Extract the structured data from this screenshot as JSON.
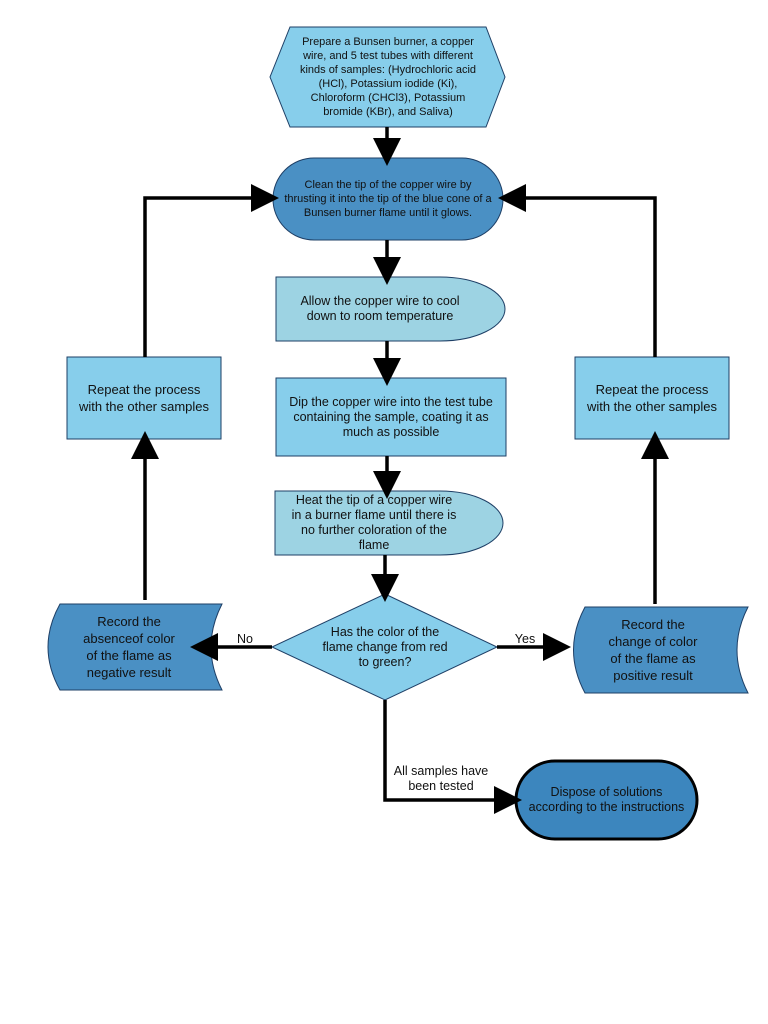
{
  "colors": {
    "light_blue": "#87CEEB",
    "pale_blue": "#9DD3E3",
    "mid_blue": "#4A90C4",
    "deep_blue": "#3C86BE",
    "outline": "#1E3F66",
    "line": "#000000"
  },
  "nodes": {
    "prepare": "Prepare a Bunsen burner, a copper\nwire, and 5 test tubes with different\nkinds of samples: (Hydrochloric acid\n(HCl), Potassium iodide (Ki),\nChloroform (CHCl3), Potassium\nbromide (KBr), and Saliva)",
    "clean": "Clean the tip of the copper wire by\nthrusting it into the tip of the blue cone of a\nBunsen burner flame until it glows.",
    "cool": "Allow the copper wire to cool\ndown to room temperature",
    "dip": "Dip the copper wire into the test tube\ncontaining the sample, coating it as\nmuch as possible",
    "heat": "Heat the tip of a copper wire\nin a burner flame until there is\nno further coloration of the\nflame",
    "decision": "Has the color of the\nflame change from red\nto green?",
    "repeat_left": "Repeat the process\nwith the other samples",
    "repeat_right": "Repeat the process\nwith the other samples",
    "record_negative": "Record the\nabsenceof color\nof the flame as\nnegative result",
    "record_positive": "Record the\nchange of color\nof the flame as\npositive result",
    "dispose": "Dispose of solutions\naccording to the instructions"
  },
  "edge_labels": {
    "no": "No",
    "yes": "Yes",
    "all_tested": "All samples have\nbeen tested"
  }
}
